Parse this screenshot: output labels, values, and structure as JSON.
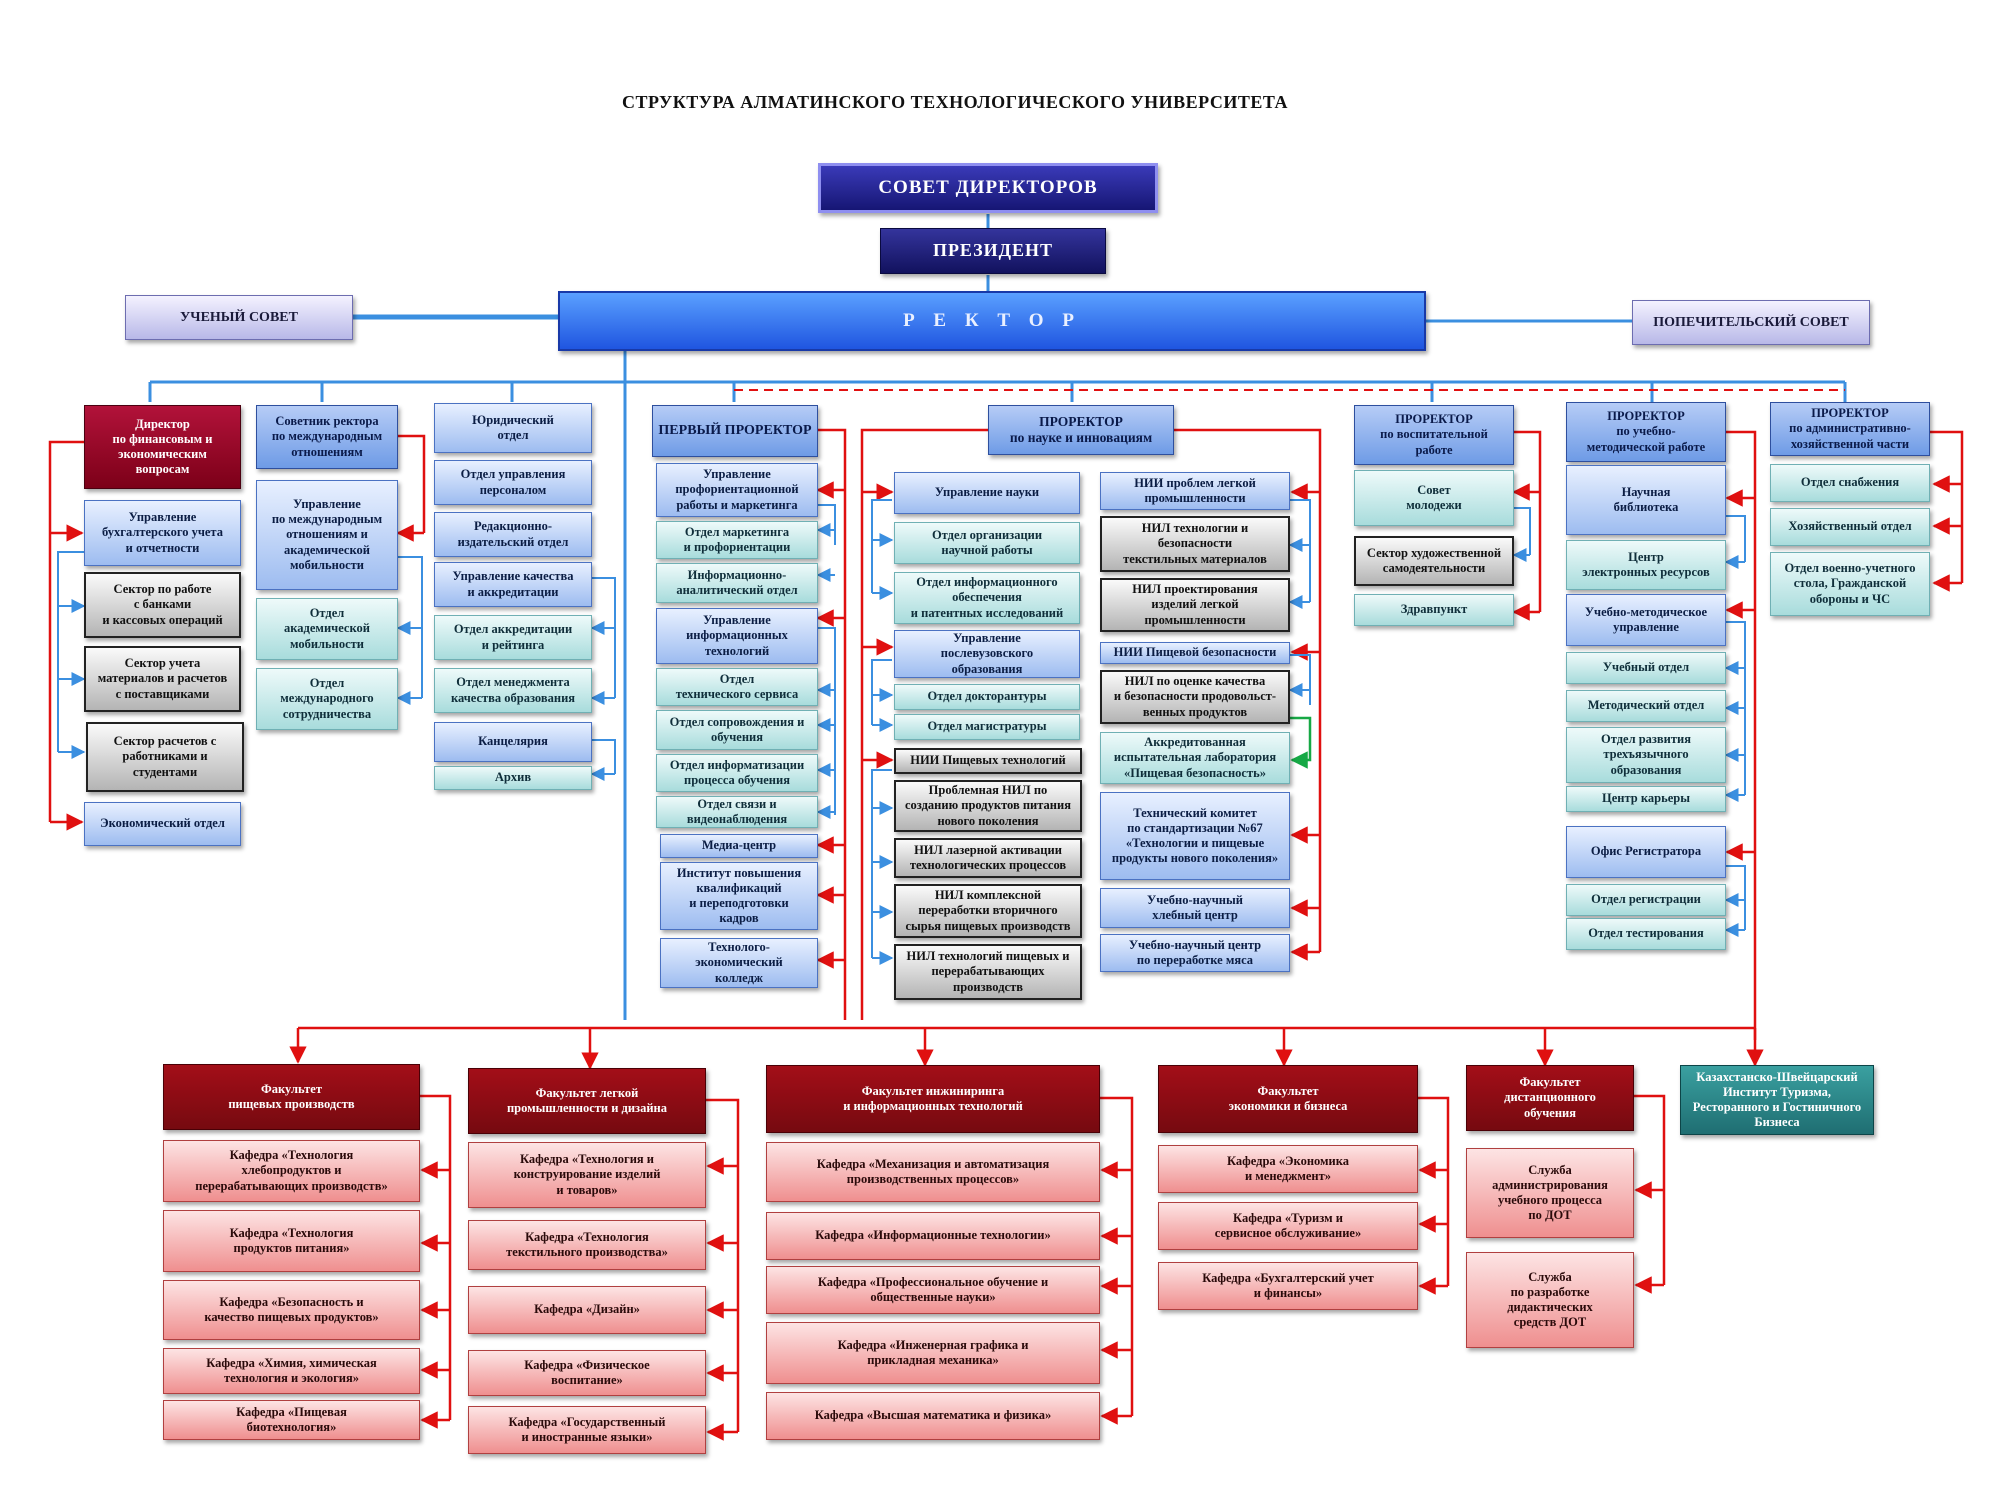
{
  "title": "СТРУКТУРА АЛМАТИНСКОГО ТЕХНОЛОГИЧЕСКОГО УНИВЕРСИТЕТА",
  "colors": {
    "blue_line": "#3b8fe0",
    "red_line": "#e01010",
    "green_arrow": "#16a845",
    "navy": "#1e1e86",
    "maroon": "#8b0000",
    "pink": "#f3a3a3"
  },
  "top": {
    "board": "СОВЕТ  ДИРЕКТОРОВ",
    "president": "ПРЕЗИДЕНТ",
    "rector": "Р Е К Т О Р",
    "academic_council": "УЧЕНЫЙ СОВЕТ",
    "trustees": "ПОПЕЧИТЕЛЬСКИЙ СОВЕТ"
  },
  "col1": {
    "head": "Директор\nпо финансовым и\nэкономическим\nвопросам",
    "items": [
      "Управление\nбухгалтерского учета\nи отчетности",
      "Сектор по работе\nс банками\nи кассовых операций",
      "Сектор учета\nматериалов и расчетов\nс поставщиками",
      "Сектор расчетов с\nработниками и\nстудентами",
      "Экономический отдел"
    ]
  },
  "col2": {
    "head": "Советник ректора\nпо международным\nотношениям",
    "items": [
      "Управление\nпо международным\nотношениям и\nакадемической\nмобильности",
      "Отдел\nакадемической\nмобильности",
      "Отдел\nмеждународного\nсотрудничества"
    ]
  },
  "col3": {
    "items": [
      "Юридический\nотдел",
      "Отдел управления\nперсоналом",
      "Редакционно-\nиздательский отдел",
      "Управление качества\nи аккредитации",
      "Отдел аккредитации\nи рейтинга",
      "Отдел менеджмента\nкачества образования",
      "Канцелярия",
      "Архив"
    ]
  },
  "col4": {
    "head": "ПЕРВЫЙ ПРОРЕКТОР",
    "items": [
      "Управление\nпрофориентационной\nработы и маркетинга",
      "Отдел маркетинга\nи профориентации",
      "Информационно-\nаналитический отдел",
      "Управление\nинформационных\nтехнологий",
      "Отдел\nтехнического сервиса",
      "Отдел сопровождения и\nобучения",
      "Отдел информатизации\nпроцесса обучения",
      "Отдел связи и\nвидеонаблюдения",
      "Медиа-центр",
      "Институт повышения\nквалификаций\nи переподготовки\nкадров",
      "Технолого-\nэкономический\nколледж"
    ]
  },
  "col5": {
    "head": "ПРОРЕКТОР\nпо науке и инновациям",
    "left": [
      "Управление науки",
      "Отдел организации\nнаучной работы",
      "Отдел информационного\nобеспечения\nи патентных исследований",
      "Управление\nпослевузовского\nобразования",
      "Отдел докторантуры",
      "Отдел магистратуры",
      "НИИ Пищевых технологий",
      "Проблемная НИЛ по\nсозданию продуктов питания\nнового поколения",
      "НИЛ лазерной активации\nтехнологических процессов",
      "НИЛ комплексной\nпереработки вторичного\nсырья пищевых производств",
      "НИЛ технологий пищевых и\nперерабатывающих\nпроизводств"
    ],
    "right": [
      "НИИ проблем легкой\nпромышленности",
      "НИЛ технологии и\nбезопасности\nтекстильных материалов",
      "НИЛ проектирования\nизделий легкой\nпромышленности",
      "НИИ Пищевой безопасности",
      "НИЛ по оценке качества\nи безопасности продовольст-\nвенных продуктов",
      "Аккредитованная\nиспытательная лаборатория\n«Пищевая безопасность»",
      "Технический комитет\nпо стандартизации №67\n«Технологии и пищевые\nпродукты нового поколения»",
      "Учебно-научный\nхлебный центр",
      "Учебно-научный центр\nпо переработке мяса"
    ]
  },
  "col6": {
    "head": "ПРОРЕКТОР\nпо воспитательной\nработе",
    "items": [
      "Совет\nмолодежи",
      "Сектор художественной\nсамодеятельности",
      "Здравпункт"
    ]
  },
  "col7": {
    "head": "ПРОРЕКТОР\nпо учебно-\nметодической работе",
    "items": [
      "Научная\nбиблиотека",
      "Центр\nэлектронных ресурсов",
      "Учебно-методическое\nуправление",
      "Учебный отдел",
      "Методический отдел",
      "Отдел развития\nтрехъязычного\nобразования",
      "Центр карьеры",
      "Офис Регистратора",
      "Отдел регистрации",
      "Отдел тестирования"
    ]
  },
  "col8": {
    "head": "ПРОРЕКТОР\nпо административно-\nхозяйственной части",
    "items": [
      "Отдел снабжения",
      "Хозяйственный отдел",
      "Отдел военно-учетного\nстола, Гражданской\nобороны и ЧС"
    ]
  },
  "faculties": [
    {
      "name": "Факультет\nпищевых производств",
      "depts": [
        "Кафедра «Технология\nхлебопродуктов и\nперерабатывающих производств»",
        "Кафедра «Технология\nпродуктов питания»",
        "Кафедра «Безопасность и\nкачество пищевых продуктов»",
        "Кафедра «Химия, химическая\nтехнология и экология»",
        "Кафедра «Пищевая\nбиотехнология»"
      ]
    },
    {
      "name": "Факультет легкой\nпромышленности и дизайна",
      "depts": [
        "Кафедра «Технология и\nконструирование изделий\nи товаров»",
        "Кафедра «Технология\nтекстильного производства»",
        "Кафедра «Дизайн»",
        "Кафедра «Физическое\nвоспитание»",
        "Кафедра «Государственный\nи иностранные языки»"
      ]
    },
    {
      "name": "Факультет  инжиниринга\nи информационных технологий",
      "depts": [
        "Кафедра «Механизация и автоматизация\nпроизводственных процессов»",
        "Кафедра «Информационные технологии»",
        "Кафедра «Профессиональное обучение и\nобщественные науки»",
        "Кафедра «Инженерная графика и\nприкладная механика»",
        "Кафедра «Высшая математика и физика»"
      ]
    },
    {
      "name": "Факультет\nэкономики и бизнеса",
      "depts": [
        "Кафедра «Экономика\nи менеджмент»",
        "Кафедра «Туризм и\nсервисное обслуживание»",
        "Кафедра «Бухгалтерский учет\nи финансы»"
      ]
    },
    {
      "name": "Факультет\nдистанционного\nобучения",
      "depts": [
        "Служба\nадминистрирования\nучебного процесса\nпо ДОТ",
        "Служба\nпо разработке\nдидактических\nсредств ДОТ"
      ]
    }
  ],
  "institute": "Казахстанско-Швейцарский\nИнститут Туризма,\nРесторанного и Гостиничного\nБизнеса"
}
